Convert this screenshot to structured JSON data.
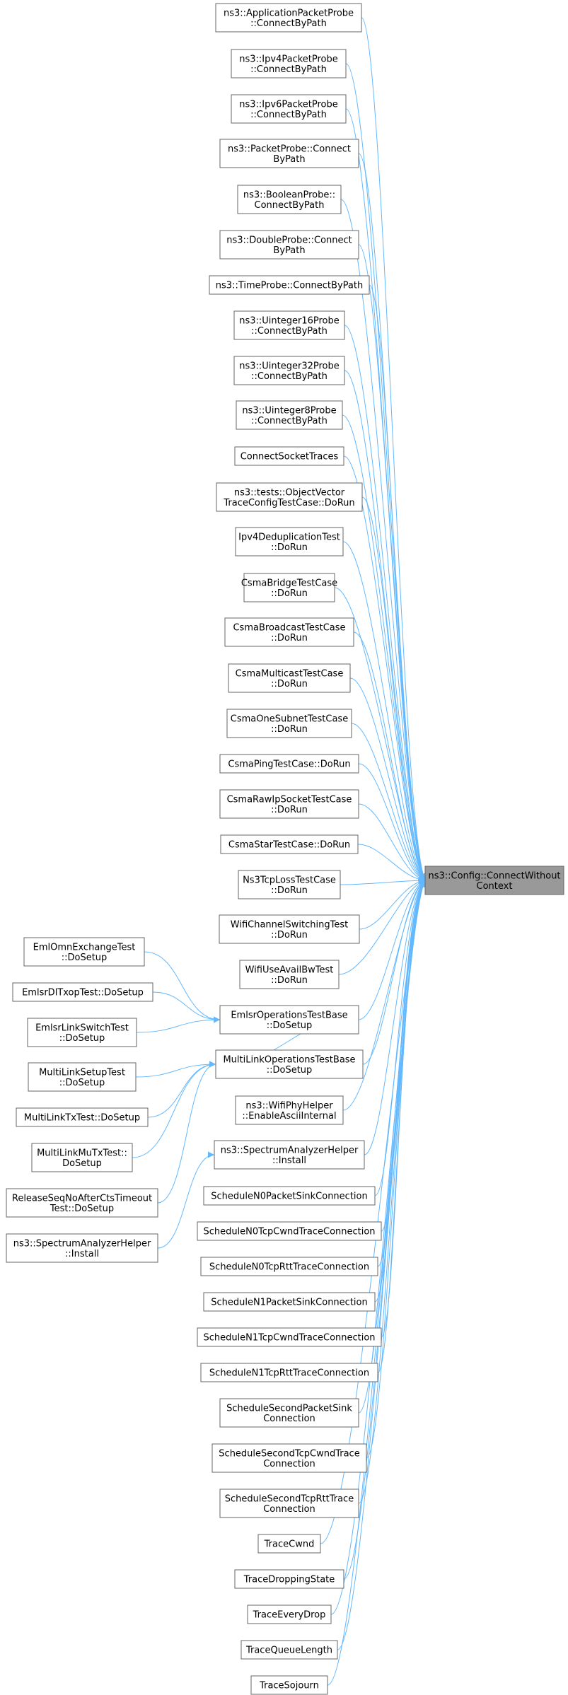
{
  "colors": {
    "edge": "#63b8ff",
    "node_border": "#666666",
    "root_fill": "#999999",
    "node_fill": "#ffffff"
  },
  "root": {
    "id": "root",
    "lines": [
      "ns3::Config::ConnectWithout",
      "Context"
    ]
  },
  "nodes": [
    {
      "id": "app_probe",
      "lines": [
        "ns3::ApplicationPacketProbe",
        "::ConnectByPath"
      ]
    },
    {
      "id": "ipv4_probe",
      "lines": [
        "ns3::Ipv4PacketProbe",
        "::ConnectByPath"
      ]
    },
    {
      "id": "ipv6_probe",
      "lines": [
        "ns3::Ipv6PacketProbe",
        "::ConnectByPath"
      ]
    },
    {
      "id": "packet_probe",
      "lines": [
        "ns3::PacketProbe::Connect",
        "ByPath"
      ]
    },
    {
      "id": "bool_probe",
      "lines": [
        "ns3::BooleanProbe::",
        "ConnectByPath"
      ]
    },
    {
      "id": "double_probe",
      "lines": [
        "ns3::DoubleProbe::Connect",
        "ByPath"
      ]
    },
    {
      "id": "time_probe",
      "lines": [
        "ns3::TimeProbe::ConnectByPath"
      ]
    },
    {
      "id": "u16_probe",
      "lines": [
        "ns3::Uinteger16Probe",
        "::ConnectByPath"
      ]
    },
    {
      "id": "u32_probe",
      "lines": [
        "ns3::Uinteger32Probe",
        "::ConnectByPath"
      ]
    },
    {
      "id": "u8_probe",
      "lines": [
        "ns3::Uinteger8Probe",
        "::ConnectByPath"
      ]
    },
    {
      "id": "connect_socket",
      "lines": [
        "ConnectSocketTraces"
      ]
    },
    {
      "id": "obj_vector",
      "lines": [
        "ns3::tests::ObjectVector",
        "TraceConfigTestCase::DoRun"
      ]
    },
    {
      "id": "ipv4_dedup",
      "lines": [
        "Ipv4DeduplicationTest",
        "::DoRun"
      ]
    },
    {
      "id": "csma_bridge",
      "lines": [
        "CsmaBridgeTestCase",
        "::DoRun"
      ]
    },
    {
      "id": "csma_broadcast",
      "lines": [
        "CsmaBroadcastTestCase",
        "::DoRun"
      ]
    },
    {
      "id": "csma_multicast",
      "lines": [
        "CsmaMulticastTestCase",
        "::DoRun"
      ]
    },
    {
      "id": "csma_onesubnet",
      "lines": [
        "CsmaOneSubnetTestCase",
        "::DoRun"
      ]
    },
    {
      "id": "csma_ping",
      "lines": [
        "CsmaPingTestCase::DoRun"
      ]
    },
    {
      "id": "csma_rawip",
      "lines": [
        "CsmaRawIpSocketTestCase",
        "::DoRun"
      ]
    },
    {
      "id": "csma_star",
      "lines": [
        "CsmaStarTestCase::DoRun"
      ]
    },
    {
      "id": "ns3tcploss",
      "lines": [
        "Ns3TcpLossTestCase",
        "::DoRun"
      ]
    },
    {
      "id": "wifi_chan",
      "lines": [
        "WifiChannelSwitchingTest",
        "::DoRun"
      ]
    },
    {
      "id": "wifi_avail",
      "lines": [
        "WifiUseAvailBwTest",
        "::DoRun"
      ]
    },
    {
      "id": "emlsr_base",
      "lines": [
        "EmlsrOperationsTestBase",
        "::DoSetup"
      ]
    },
    {
      "id": "multilink_base",
      "lines": [
        "MultiLinkOperationsTestBase",
        "::DoSetup"
      ]
    },
    {
      "id": "wifiphy_helper",
      "lines": [
        "ns3::WifiPhyHelper",
        "::EnableAsciiInternal"
      ]
    },
    {
      "id": "spectrum_mid",
      "lines": [
        "ns3::SpectrumAnalyzerHelper",
        "::Install"
      ]
    },
    {
      "id": "n0_sink",
      "lines": [
        "ScheduleN0PacketSinkConnection"
      ]
    },
    {
      "id": "n0_cwnd",
      "lines": [
        "ScheduleN0TcpCwndTraceConnection"
      ]
    },
    {
      "id": "n0_rtt",
      "lines": [
        "ScheduleN0TcpRttTraceConnection"
      ]
    },
    {
      "id": "n1_sink",
      "lines": [
        "ScheduleN1PacketSinkConnection"
      ]
    },
    {
      "id": "n1_cwnd",
      "lines": [
        "ScheduleN1TcpCwndTraceConnection"
      ]
    },
    {
      "id": "n1_rtt",
      "lines": [
        "ScheduleN1TcpRttTraceConnection"
      ]
    },
    {
      "id": "second_sink",
      "lines": [
        "ScheduleSecondPacketSink",
        "Connection"
      ]
    },
    {
      "id": "second_cwnd",
      "lines": [
        "ScheduleSecondTcpCwndTrace",
        "Connection"
      ]
    },
    {
      "id": "second_rtt",
      "lines": [
        "ScheduleSecondTcpRttTrace",
        "Connection"
      ]
    },
    {
      "id": "trace_cwnd",
      "lines": [
        "TraceCwnd"
      ]
    },
    {
      "id": "trace_dropping",
      "lines": [
        "TraceDroppingState"
      ]
    },
    {
      "id": "trace_everydrop",
      "lines": [
        "TraceEveryDrop"
      ]
    },
    {
      "id": "trace_queue",
      "lines": [
        "TraceQueueLength"
      ]
    },
    {
      "id": "trace_sojourn",
      "lines": [
        "TraceSojourn"
      ]
    },
    {
      "id": "eml_omn",
      "lines": [
        "EmlOmnExchangeTest",
        "::DoSetup"
      ]
    },
    {
      "id": "emlsr_dltxop",
      "lines": [
        "EmlsrDlTxopTest::DoSetup"
      ]
    },
    {
      "id": "emlsr_linkswitch",
      "lines": [
        "EmlsrLinkSwitchTest",
        "::DoSetup"
      ]
    },
    {
      "id": "ml_setup",
      "lines": [
        "MultiLinkSetupTest",
        "::DoSetup"
      ]
    },
    {
      "id": "ml_tx",
      "lines": [
        "MultiLinkTxTest::DoSetup"
      ]
    },
    {
      "id": "ml_mutx",
      "lines": [
        "MultiLinkMuTxTest::",
        "DoSetup"
      ]
    },
    {
      "id": "release_seq",
      "lines": [
        "ReleaseSeqNoAfterCtsTimeout",
        "Test::DoSetup"
      ]
    },
    {
      "id": "spectrum_left",
      "lines": [
        "ns3::SpectrumAnalyzerHelper",
        "::Install"
      ]
    }
  ],
  "edges": [
    [
      "app_probe",
      "root"
    ],
    [
      "ipv4_probe",
      "root"
    ],
    [
      "ipv6_probe",
      "root"
    ],
    [
      "packet_probe",
      "root"
    ],
    [
      "bool_probe",
      "root"
    ],
    [
      "double_probe",
      "root"
    ],
    [
      "time_probe",
      "root"
    ],
    [
      "u16_probe",
      "root"
    ],
    [
      "u32_probe",
      "root"
    ],
    [
      "u8_probe",
      "root"
    ],
    [
      "connect_socket",
      "root"
    ],
    [
      "obj_vector",
      "root"
    ],
    [
      "ipv4_dedup",
      "root"
    ],
    [
      "csma_bridge",
      "root"
    ],
    [
      "csma_broadcast",
      "root"
    ],
    [
      "csma_multicast",
      "root"
    ],
    [
      "csma_onesubnet",
      "root"
    ],
    [
      "csma_ping",
      "root"
    ],
    [
      "csma_rawip",
      "root"
    ],
    [
      "csma_star",
      "root"
    ],
    [
      "ns3tcploss",
      "root"
    ],
    [
      "wifi_chan",
      "root"
    ],
    [
      "wifi_avail",
      "root"
    ],
    [
      "emlsr_base",
      "root"
    ],
    [
      "multilink_base",
      "root"
    ],
    [
      "wifiphy_helper",
      "root"
    ],
    [
      "spectrum_mid",
      "root"
    ],
    [
      "n0_sink",
      "root"
    ],
    [
      "n0_cwnd",
      "root"
    ],
    [
      "n0_rtt",
      "root"
    ],
    [
      "n1_sink",
      "root"
    ],
    [
      "n1_cwnd",
      "root"
    ],
    [
      "n1_rtt",
      "root"
    ],
    [
      "second_sink",
      "root"
    ],
    [
      "second_cwnd",
      "root"
    ],
    [
      "second_rtt",
      "root"
    ],
    [
      "trace_cwnd",
      "root"
    ],
    [
      "trace_dropping",
      "root"
    ],
    [
      "trace_everydrop",
      "root"
    ],
    [
      "trace_queue",
      "root"
    ],
    [
      "trace_sojourn",
      "root"
    ],
    [
      "eml_omn",
      "emlsr_base"
    ],
    [
      "emlsr_dltxop",
      "emlsr_base"
    ],
    [
      "emlsr_linkswitch",
      "emlsr_base"
    ],
    [
      "emlsr_base",
      "multilink_base"
    ],
    [
      "ml_setup",
      "multilink_base"
    ],
    [
      "ml_tx",
      "multilink_base"
    ],
    [
      "ml_mutx",
      "multilink_base"
    ],
    [
      "release_seq",
      "multilink_base"
    ],
    [
      "spectrum_left",
      "spectrum_mid"
    ]
  ]
}
